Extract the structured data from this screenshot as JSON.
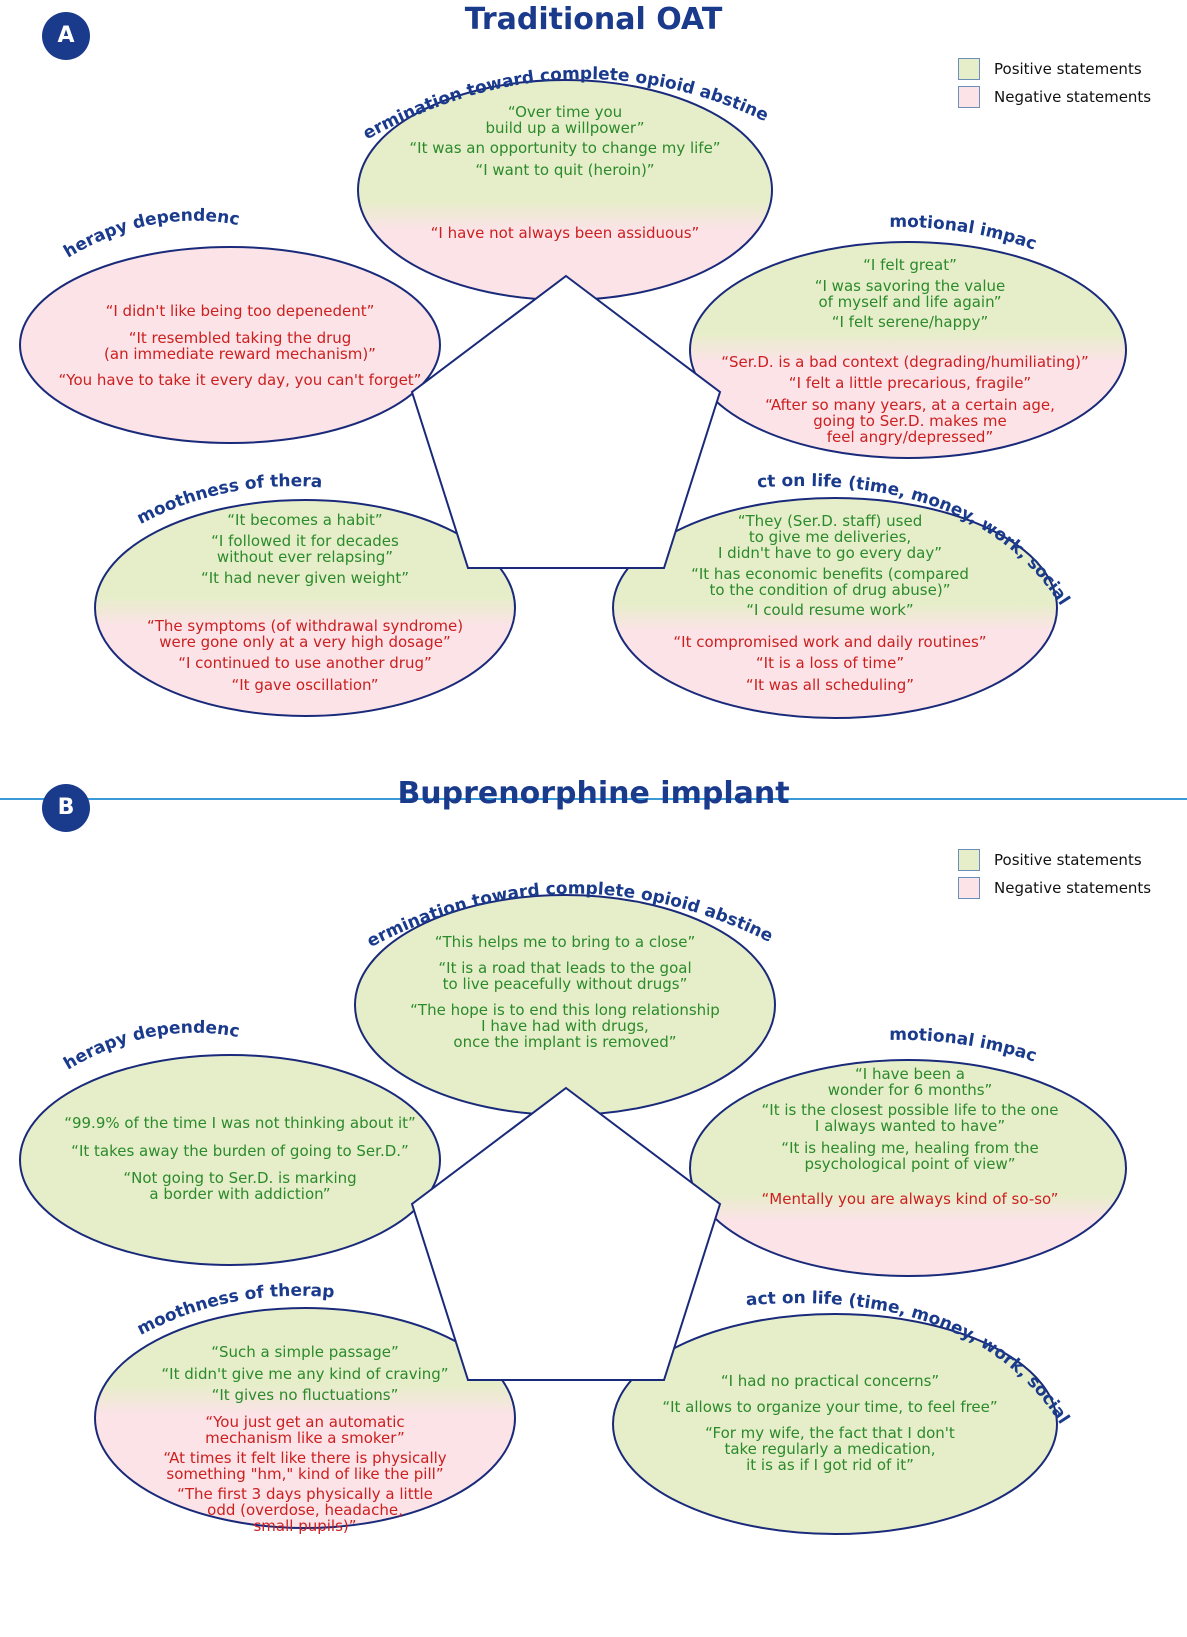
{
  "legend": {
    "positive": "Positive statements",
    "negative": "Negative statements"
  },
  "colors": {
    "positive_fill": "#e6eec9",
    "negative_fill": "#fbe3e7",
    "ellipse_stroke": "#1a2a7a",
    "title": "#1a3a8c",
    "positive_text": "#2b8a2b",
    "negative_text": "#cc1f1f",
    "divider": "#3a9ad8"
  },
  "panel_a": {
    "badge": "A",
    "title": "Traditional OAT",
    "sections": {
      "determination": {
        "label": "Determination toward complete opioid abstinence",
        "positive": [
          "“Over time you\nbuild up a willpower”",
          "“It was an opportunity to change my life”",
          "“I want to quit (heroin)”"
        ],
        "negative": [
          "“I have not always been assiduous”"
        ]
      },
      "dependency": {
        "label": "Therapy dependency",
        "positive": [],
        "negative": [
          "“I didn't like being too depenedent”",
          "“It resembled taking the drug\n(an immediate reward mechanism)”",
          "“You have to take it every day, you can't forget”"
        ]
      },
      "emotional": {
        "label": "Emotional impact",
        "positive": [
          "“I felt great”",
          "“I was savoring the value\nof myself and life again”",
          "“I felt serene/happy”"
        ],
        "negative": [
          "“Ser.D. is a bad context (degrading/humiliating)”",
          "“I felt a little precarious, fragile”",
          "“After so many years, at a certain age,\ngoing to Ser.D. makes me\nfeel angry/depressed”"
        ]
      },
      "smoothness": {
        "label": "Smoothness of therapy",
        "positive": [
          "“It becomes a habit”",
          "“I followed it for decades\nwithout ever relapsing”",
          "“It had never given weight”"
        ],
        "negative": [
          "“The symptoms (of withdrawal syndrome)\nwere gone only at a very high dosage”",
          "“I continued to use another drug”",
          "“It gave oscillation”"
        ]
      },
      "life": {
        "label": "Impact on life (time, money, work, social life)",
        "positive": [
          "“They (Ser.D. staff) used\nto give me deliveries,\nI didn't have to go every day”",
          "“It has economic benefits (compared\nto the condition of drug abuse)”",
          "“I could resume work”"
        ],
        "negative": [
          "“It compromised work and daily routines”",
          "“It is a loss of time”",
          "“It was all scheduling”"
        ]
      }
    }
  },
  "panel_b": {
    "badge": "B",
    "title": "Buprenorphine implant",
    "sections": {
      "determination": {
        "label": "Determination toward complete opioid abstinence",
        "positive": [
          "“This helps me to bring to a close”",
          "“It is a road that leads to the goal\nto live peacefully without drugs”",
          "“The hope is to end this long relationship\nI have had with drugs,\nonce the implant is removed”"
        ],
        "negative": []
      },
      "dependency": {
        "label": "Therapy dependency",
        "positive": [
          "“99.9% of the time I was not thinking about it”",
          "“It takes away the burden of going to Ser.D.”",
          "“Not going to Ser.D. is marking\na border with addiction”"
        ],
        "negative": []
      },
      "emotional": {
        "label": "Emotional impact",
        "positive": [
          "“I have been a\nwonder for 6 months”",
          "“It is the closest possible life to the one\nI always wanted to have”",
          "“It is healing me, healing from the\npsychological point of view”"
        ],
        "negative": [
          "“Mentally you are always kind of so-so”"
        ]
      },
      "smoothness": {
        "label": "Smoothness of therapy",
        "positive": [
          "“Such a simple passage”",
          "“It didn't give me any kind of craving”",
          "“It gives no fluctuations”"
        ],
        "negative": [
          "“You just get an automatic\nmechanism like a smoker”",
          "“At times it felt like there is physically\nsomething \"hm,\" kind of like the pill”",
          "“The first 3 days physically a little\nodd (overdose, headache,\nsmall pupils)”"
        ]
      },
      "life": {
        "label": "Impact on life (time, money, work, social life)",
        "positive": [
          "“I had no practical concerns”",
          "“It allows to organize your time, to feel free”",
          "“For my wife, the fact that I don't\ntake regularly a medication,\nit is as if I got rid of it”"
        ],
        "negative": []
      }
    }
  }
}
